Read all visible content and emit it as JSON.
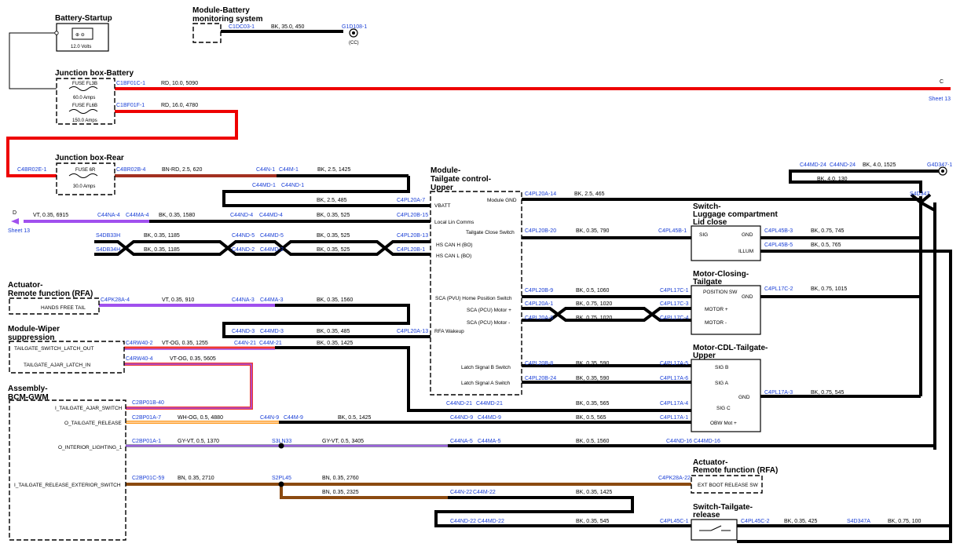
{
  "components": {
    "battery": {
      "title": "Battery-Startup",
      "volts": "12.0 Volts"
    },
    "mbms": {
      "title1": "Module-Battery",
      "title2": "monitoring system"
    },
    "jbb": {
      "title": "Junction box-Battery",
      "fuse1": "FUSE FL3B",
      "fuse1_amps": "60.0 Amps",
      "fuse2": "FUSE FL6B",
      "fuse2_amps": "150.0 Amps"
    },
    "jbr": {
      "title": "Junction box-Rear",
      "fuse": "FUSE 6R",
      "amps": "30.0 Amps"
    },
    "mtcu": {
      "title1": "Module-",
      "title2": "Tailgate control-",
      "title3": "Upper",
      "pins": [
        "VBATT",
        "Module GND",
        "Local Lin Comms",
        "Tailgate Close Switch",
        "HS CAN H (BO)",
        "HS CAN L (BO)",
        "SCA (PVU) Home Position Switch",
        "SCA (PCU) Motor +",
        "SCA (PCU) Motor -",
        "RFA Wakeup",
        "Latch Signal B Switch",
        "Latch Signal A Switch"
      ]
    },
    "sw_lug": {
      "title1": "Switch-",
      "title2": "Luggage compartment",
      "title3": "Lid close",
      "pins": [
        "SIG",
        "GND",
        "ILLUM"
      ]
    },
    "motor_close": {
      "title1": "Motor-Closing-",
      "title2": "Tailgate",
      "pins": [
        "POSITION SW",
        "GND",
        "MOTOR +",
        "MOTOR -"
      ]
    },
    "motor_cdl": {
      "title1": "Motor-CDL-Tailgate-",
      "title2": "Upper",
      "pins": [
        "SIG B",
        "SIG A",
        "GND",
        "SIG C",
        "OBW Mot +"
      ]
    },
    "rfa1": {
      "title1": "Actuator-",
      "title2": "Remote function (RFA)",
      "pin": "HANDS FREE TAIL"
    },
    "wiper": {
      "title1": "Module-Wiper",
      "title2": "suppression",
      "pins": [
        "TAILGATE_SWITCH_LATCH_OUT",
        "TAILGATE_AJAR_LATCH_IN"
      ]
    },
    "bcm": {
      "title1": "Assembly-",
      "title2": "BCM-GWM",
      "pins": [
        "I_TAILGATE_AJAR_SWITCH",
        "O_TAILGATE_RELEASE",
        "O_INTERIOR_LIGHTING_1",
        "I_TAILGATE_RELEASE_EXTERIOR_SWITCH"
      ]
    },
    "rfa2": {
      "title1": "Actuator-",
      "title2": "Remote function (RFA)",
      "pin": "EXT BOOT RELEASE SW"
    },
    "sw_rel": {
      "title1": "Switch-Tailgate-",
      "title2": "release"
    }
  },
  "connectors": {
    "c1dc03": "C1DC03-1",
    "g1d108": "G1D108-1",
    "cc": "(CC)",
    "c1bf01c": "C1BF01C-1",
    "c1bf01f": "C1BF01F-1",
    "c4br02e": "C4BR02E-1",
    "c4br02b": "C4BR02B-4",
    "c44n1": "C44N-1",
    "c44m1": "C44M-1",
    "c44md1": "C44MD-1",
    "c44nd1": "C44ND-1",
    "c4pl20a7": "C4PL20A-7",
    "c4pl20a14": "C4PL20A-14",
    "c44na4": "C44NA-4",
    "c44ma4": "C44MA-4",
    "c44nd4": "C44ND-4",
    "c44md4": "C44MD-4",
    "c4pl20b15": "C4PL20B-15",
    "s4db33h": "S4DB33H",
    "s4db34h": "S4DB34H",
    "c44nd5": "C44ND-5",
    "c44md5": "C44MD-5",
    "c4pl20b13": "C4PL20B-13",
    "c44nd2": "C44ND-2",
    "c44md2": "C44MD-2",
    "c4pl20b1": "C4PL20B-1",
    "c4pl20b20": "C4PL20B-20",
    "c4pl45b1": "C4PL45B-1",
    "c4pl45b3": "C4PL45B-3",
    "c4pl45b5": "C4PL45B-5",
    "c44md24": "C44MD-24",
    "c44nd24": "C44ND-24",
    "g4d347": "G4D347-1",
    "s4d347": "S4D347",
    "c4pk28a4": "C4PK28A-4",
    "c44na3": "C44NA-3",
    "c44ma3": "C44MA-3",
    "c4pl20b9": "C4PL20B-9",
    "c4pl17c1": "C4PL17C-1",
    "c4pl20a1": "C4PL20A-1",
    "c4pl17c3": "C4PL17C-3",
    "c4pl20a8": "C4PL20A-8",
    "c4pl17c4": "C4PL17C-4",
    "c4pl17c2": "C4PL17C-2",
    "c44nd3": "C44ND-3",
    "c44md3": "C44MD-3",
    "c4pl20a13": "C4PL20A-13",
    "c4rw40_2": "C4RW40-2",
    "c4rw40_4": "C4RW40-4",
    "c44n21": "C44N-21",
    "c44m21": "C44M-21",
    "c4pl20b8": "C4PL20B-8",
    "c4pl17a5": "C4PL17A-5",
    "c4pl20b24": "C4PL20B-24",
    "c4pl17a6": "C4PL17A-6",
    "c4pl17a3": "C4PL17A-3",
    "c2bp01b40": "C2BP01B-40",
    "c44nd21": "C44ND-21",
    "c44md21": "C44MD-21",
    "c4pl17a4": "C4PL17A-4",
    "c2bp01a7": "C2BP01A-7",
    "c44n9": "C44N-9",
    "c44m9": "C44M-9",
    "c44nd9": "C44ND-9",
    "c44md9": "C44MD-9",
    "c4pl17a1": "C4PL17A-1",
    "c2bp01a1": "C2BP01A-1",
    "s3ln33": "S3LN33",
    "c44na5": "C44NA-5",
    "c44ma5": "C44MA-5",
    "c44nd16": "C44ND-16",
    "c44md16": "C44MD-16",
    "c2bp01c59": "C2BP01C-59",
    "s2pl45": "S2PL45",
    "c4pk28a22": "C4PK28A-22",
    "c44n22": "C44N-22",
    "c44m22": "C44M-22",
    "c44nd22": "C44ND-22",
    "c44md22": "C44MD-22",
    "c4pl45c1": "C4PL45C-1",
    "c4pl45c2": "C4PL45C-2",
    "s4d347a": "S4D347A"
  },
  "wires": {
    "w1": "BK, 35.0, 450",
    "w2": "RD, 10.0, 5090",
    "w3": "RD, 16.0, 4780",
    "w4": "BN-RD, 2.5, 620",
    "w5": "BK, 2.5, 1425",
    "w6": "BK, 2.5, 485",
    "w7": "BK, 2.5, 465",
    "w8": "VT, 0.35, 6915",
    "w9": "BK, 0.35, 1580",
    "w10": "BK, 0.35, 525",
    "w11": "BK, 0.35, 1185",
    "w12": "BK, 0.35, 525",
    "w13": "BK, 0.35, 1185",
    "w14": "BK, 0.35, 525",
    "w15": "BK, 0.35, 790",
    "w16": "BK, 0.75, 745",
    "w17": "BK, 0.5, 765",
    "w18": "BK, 4.0, 1525",
    "w19": "BK, 4.0, 130",
    "w20": "VT, 0.35, 910",
    "w21": "BK, 0.35, 1560",
    "w22": "BK, 0.5, 1060",
    "w23": "BK, 0.75, 1020",
    "w24": "BK, 0.75, 1020",
    "w25": "BK, 0.75, 1015",
    "w26": "BK, 0.35, 485",
    "w27": "VT-OG, 0.35, 1255",
    "w28": "BK, 0.35, 1425",
    "w29": "VT-OG, 0.35, 5605",
    "w30": "BK, 0.35, 590",
    "w31": "BK, 0.35, 590",
    "w32": "BK, 0.75, 545",
    "w33": "BK, 0.35, 565",
    "w34": "WH-OG, 0.5, 4880",
    "w35": "BK, 0.5, 1425",
    "w36": "BK, 0.5, 565",
    "w37": "GY-VT, 0.5, 1370",
    "w38": "GY-VT, 0.5, 3405",
    "w39": "BK, 0.5, 1560",
    "w40": "BN, 0.35, 2710",
    "w41": "BN, 0.35, 2760",
    "w42": "BN, 0.35, 2325",
    "w43": "BK, 0.35, 1425",
    "w44": "BK, 0.35, 545",
    "w45": "BK, 0.35, 425",
    "w46": "BK, 0.75, 100"
  },
  "refs": {
    "c_letter": "C",
    "sheet13a": "Sheet 13",
    "d_letter": "D",
    "sheet13b": "Sheet 13"
  }
}
